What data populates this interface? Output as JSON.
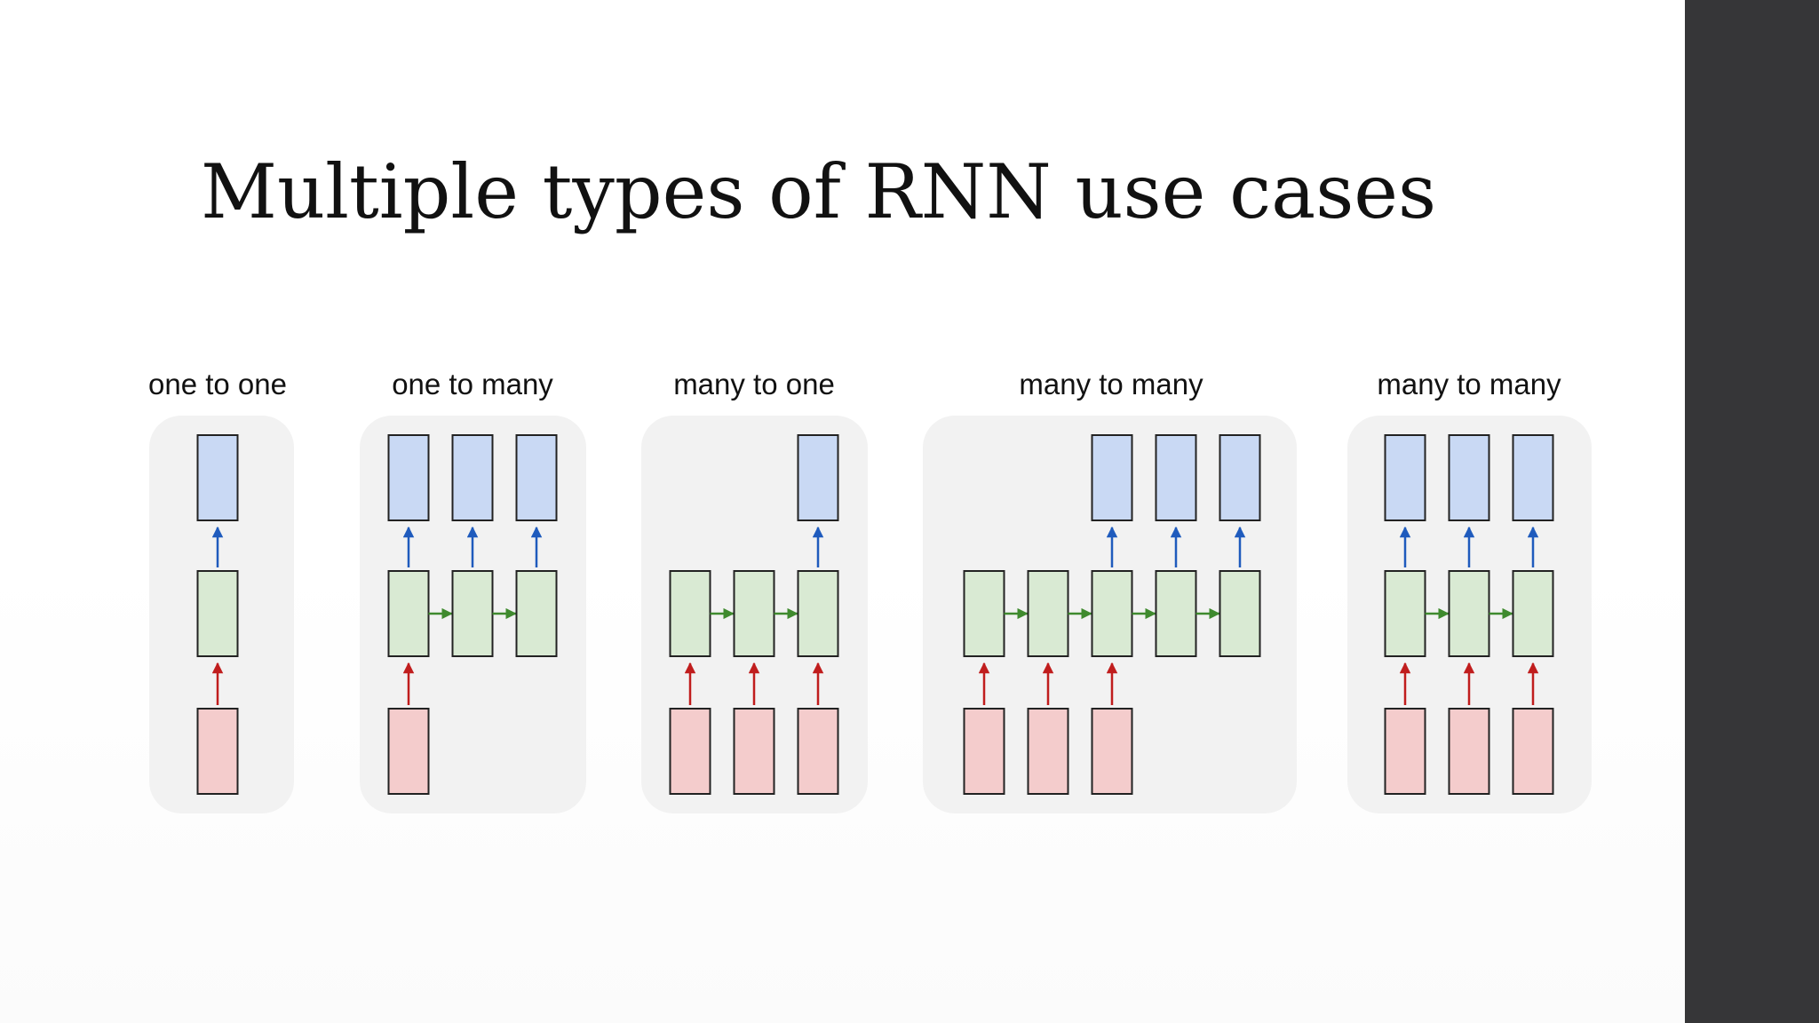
{
  "slide": {
    "title": "Multiple types of RNN use cases"
  },
  "diagram": {
    "legend_colors": {
      "output": "#c9d9f4",
      "hidden": "#d9ead3",
      "input": "#f4cccc",
      "panel": "#f2f2f2",
      "output_arrow": "#1f5bbd",
      "input_arrow": "#c01d1d",
      "recurrent_arrow": "#3f8a2e"
    },
    "panels": [
      {
        "label": "one to one",
        "steps": 1,
        "inputs": [
          true
        ],
        "outputs": [
          true
        ]
      },
      {
        "label": "one to many",
        "steps": 3,
        "inputs": [
          true,
          false,
          false
        ],
        "outputs": [
          true,
          true,
          true
        ]
      },
      {
        "label": "many to one",
        "steps": 3,
        "inputs": [
          true,
          true,
          true
        ],
        "outputs": [
          false,
          false,
          true
        ]
      },
      {
        "label": "many to many",
        "steps": 5,
        "inputs": [
          true,
          true,
          true,
          false,
          false
        ],
        "outputs": [
          false,
          false,
          true,
          true,
          true
        ]
      },
      {
        "label": "many to many",
        "steps": 3,
        "inputs": [
          true,
          true,
          true
        ],
        "outputs": [
          true,
          true,
          true
        ]
      }
    ]
  }
}
